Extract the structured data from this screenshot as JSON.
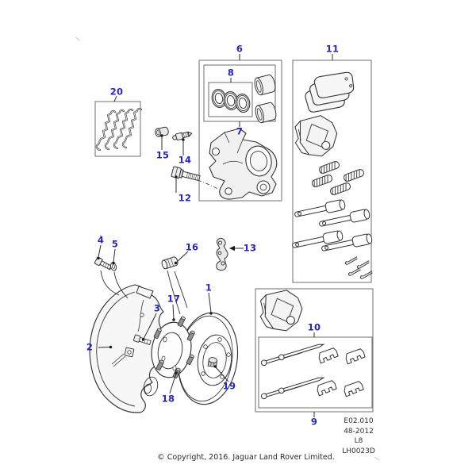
{
  "diagram": {
    "callouts": [
      "1",
      "2",
      "3",
      "4",
      "5",
      "6",
      "7",
      "8",
      "9",
      "10",
      "11",
      "12",
      "13",
      "14",
      "15",
      "16",
      "17",
      "18",
      "19",
      "20"
    ],
    "info_block": {
      "lines": [
        "E02.010",
        "48-2012",
        "L8",
        "LH0023D"
      ]
    },
    "copyright": "© Copyright, 2016. Jaguar Land Rover Limited.",
    "colors": {
      "callout": "#2424cc",
      "line_art": "#333333",
      "box_border": "#7a7a7a"
    }
  }
}
